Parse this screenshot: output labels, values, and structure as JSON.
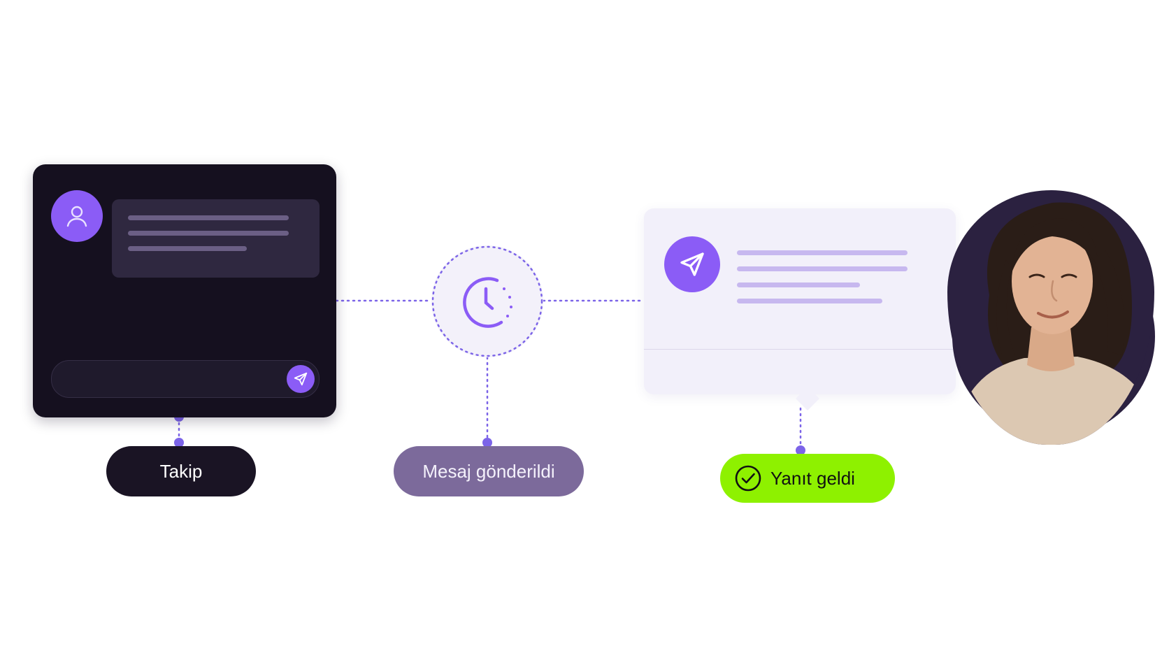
{
  "steps": {
    "follow": {
      "label": "Takip"
    },
    "message_sent": {
      "label": "Mesaj gönderildi"
    },
    "reply_received": {
      "label": "Yanıt geldi"
    }
  },
  "icons": {
    "chat_avatar": "user-icon",
    "chat_send": "send-icon",
    "wait": "clock-icon",
    "message": "send-icon",
    "reply_status": "check-circle-icon"
  },
  "colors": {
    "accent": "#8b5cf6",
    "dark_card": "#15101f",
    "light_card": "#f2f0fa",
    "success": "#8ef100",
    "connector": "#7c64e8"
  }
}
